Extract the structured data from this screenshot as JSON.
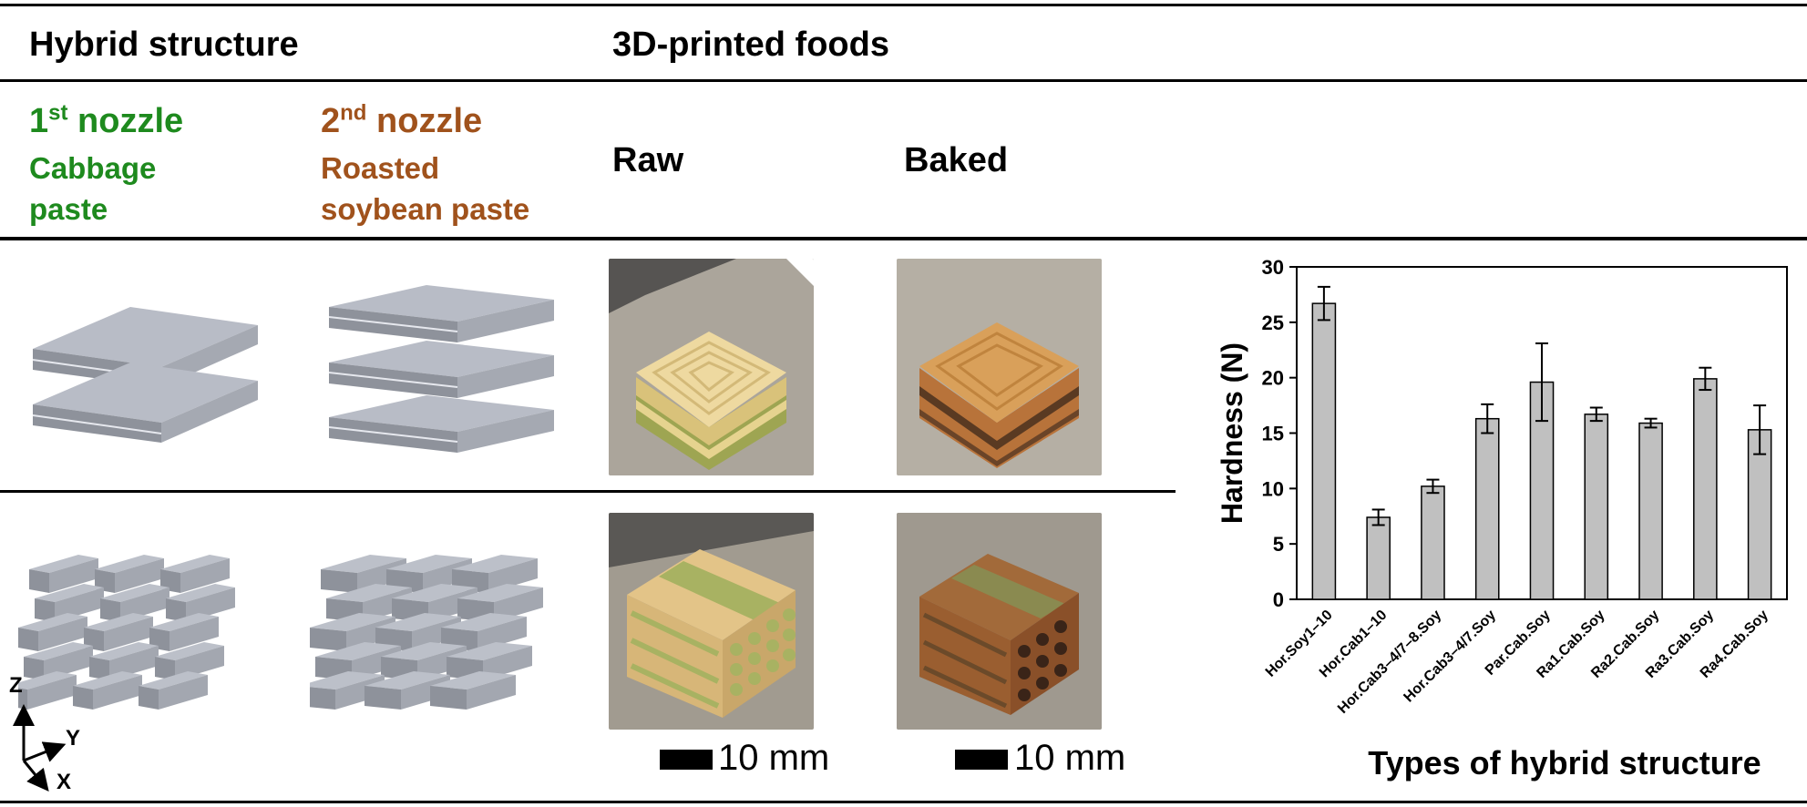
{
  "header": {
    "hybrid_structure": "Hybrid structure",
    "printed_foods": "3D-printed foods"
  },
  "nozzle1": {
    "ordinal": "1",
    "sup": "st",
    "word": "nozzle",
    "line1": "Cabbage",
    "line2": "paste"
  },
  "nozzle2": {
    "ordinal": "2",
    "sup": "nd",
    "word": "nozzle",
    "line1": "Roasted",
    "line2": "soybean paste"
  },
  "columns": {
    "raw": "Raw",
    "baked": "Baked"
  },
  "scale": {
    "raw": "10 mm",
    "baked": "10 mm"
  },
  "axes_icon": {
    "z": "Z",
    "y": "Y",
    "x": "X"
  },
  "colors": {
    "green": "#1e8a1e",
    "brown": "#a0521c",
    "bar": "#c0c0c0"
  },
  "chart_data": {
    "type": "bar",
    "xlabel": "Types of hybrid structure",
    "ylabel": "Hardness (N)",
    "ylim": [
      0,
      30
    ],
    "yticks": [
      0,
      5,
      10,
      15,
      20,
      25,
      30
    ],
    "categories": [
      "Hor.Soy1–10",
      "Hor.Cab1–10",
      "Hor.Cab3–4/7–8.Soy",
      "Hor.Cab3–4/7.Soy",
      "Par.Cab.Soy",
      "Ra1.Cab.Soy",
      "Ra2.Cab.Soy",
      "Ra3.Cab.Soy",
      "Ra4.Cab.Soy"
    ],
    "values": [
      26.7,
      7.4,
      10.2,
      16.3,
      19.6,
      16.7,
      15.9,
      19.9,
      15.3
    ],
    "errors": [
      1.5,
      0.7,
      0.6,
      1.3,
      3.5,
      0.6,
      0.4,
      1.0,
      2.2
    ]
  }
}
